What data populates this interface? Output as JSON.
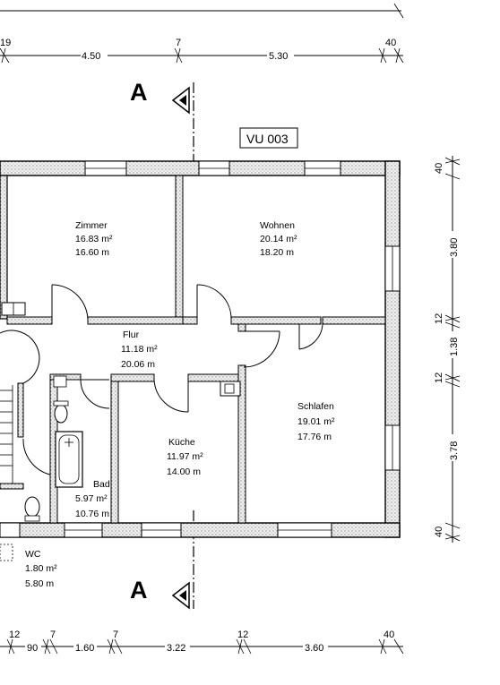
{
  "plan": {
    "label": "VU 003",
    "section_mark": "A",
    "rooms": [
      {
        "key": "zimmer",
        "name": "Zimmer",
        "area": "16.83 m²",
        "perimeter": "16.60 m"
      },
      {
        "key": "wohnen",
        "name": "Wohnen",
        "area": "20.14 m²",
        "perimeter": "18.20 m"
      },
      {
        "key": "flur",
        "name": "Flur",
        "area": "11.18 m²",
        "perimeter": "20.06 m"
      },
      {
        "key": "schlafen",
        "name": "Schlafen",
        "area": "19.01 m²",
        "perimeter": "17.76 m"
      },
      {
        "key": "kueche",
        "name": "Küche",
        "area": "11.97 m²",
        "perimeter": "14.00 m"
      },
      {
        "key": "bad",
        "name": "Bad",
        "area": "5.97 m²",
        "perimeter": "10.76 m"
      },
      {
        "key": "wc",
        "name": "WC",
        "area": "1.80 m²",
        "perimeter": "5.80 m"
      }
    ],
    "dims_top": [
      "19",
      "4.50",
      "7",
      "5.30",
      "40"
    ],
    "dims_bottom": [
      "12",
      "90",
      "7",
      "1.60",
      "7",
      "3.22",
      "12",
      "3.60",
      "40"
    ],
    "dims_right": [
      "40",
      "3.80",
      "12",
      "1.38",
      "12",
      "3.78",
      "40"
    ]
  }
}
